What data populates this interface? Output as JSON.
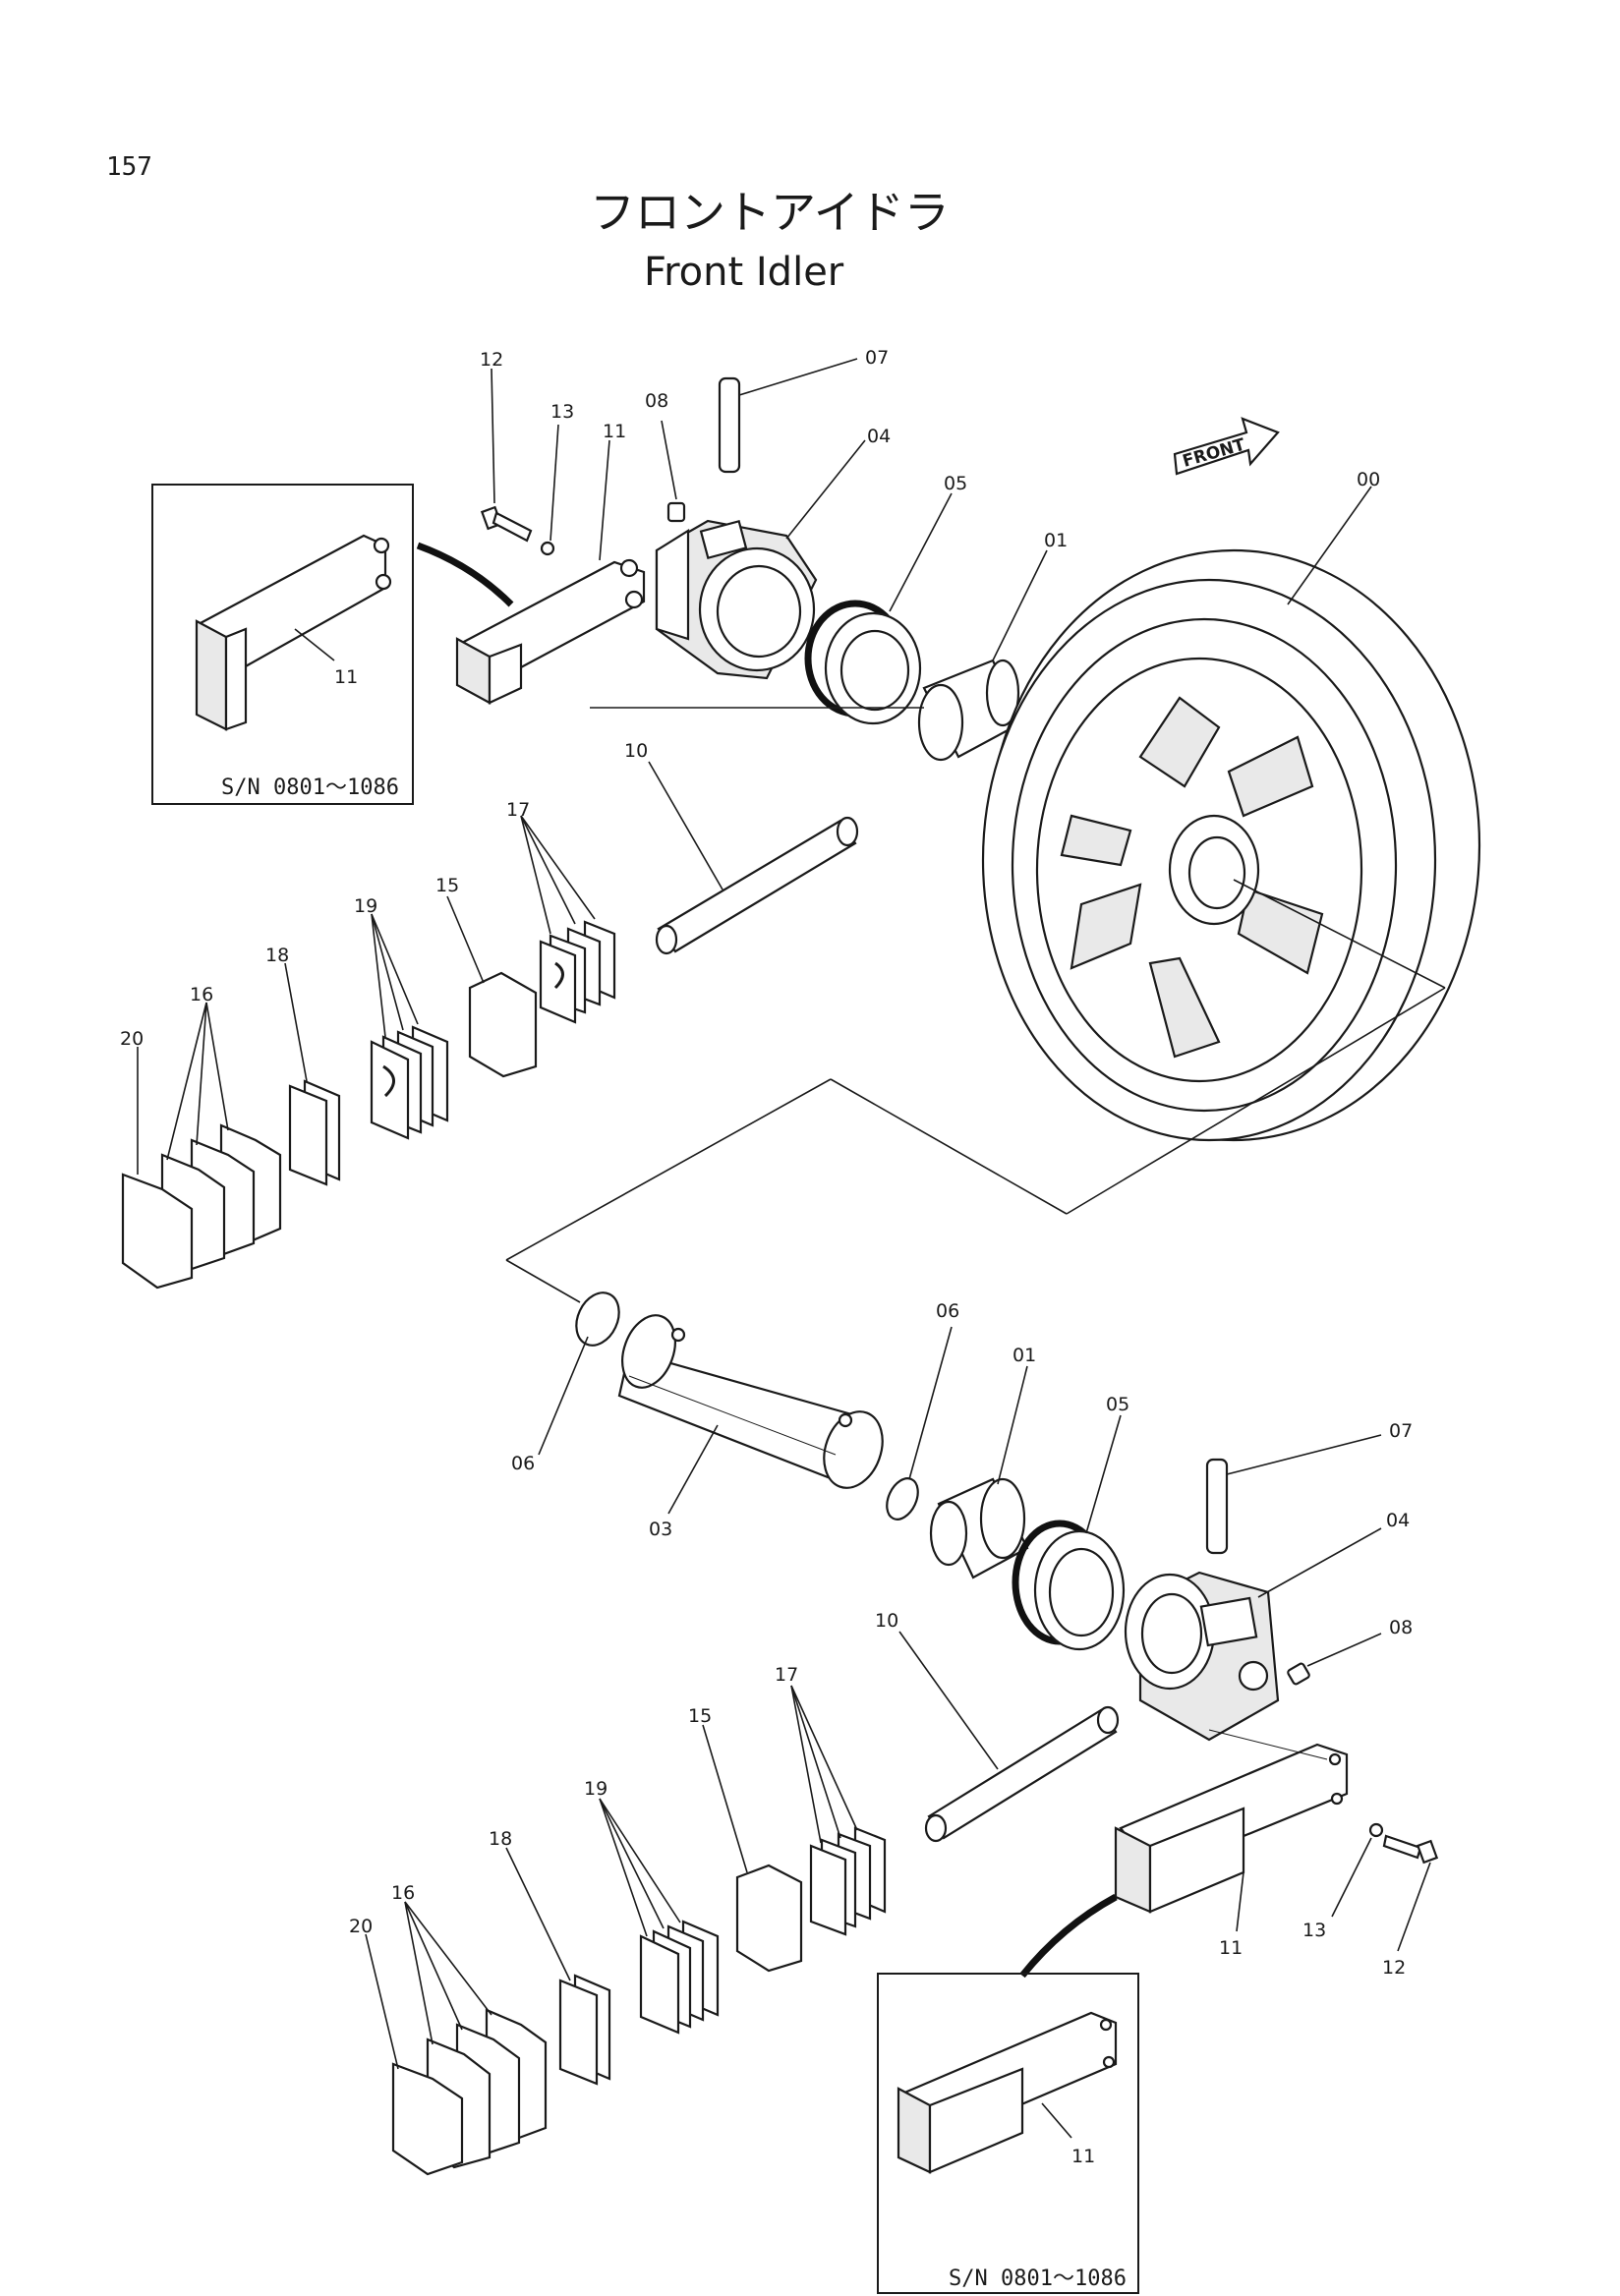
{
  "page_number": "157",
  "title_jp": "フロントアイドラ",
  "title_en": "Front Idler",
  "front_arrow_label": "FRONT",
  "inset_serial_top": "S/N 0801～1086",
  "inset_serial_bottom": "S/N 0801～1086",
  "callouts_top": {
    "c00": "00",
    "c01": "01",
    "c04": "04",
    "c05": "05",
    "c07": "07",
    "c08": "08",
    "c10": "10",
    "c11": "11",
    "c11_inset": "11",
    "c12": "12",
    "c13": "13",
    "c15": "15",
    "c16": "16",
    "c17": "17",
    "c18": "18",
    "c19": "19",
    "c20": "20"
  },
  "callouts_bottom": {
    "c01": "01",
    "c03": "03",
    "c04": "04",
    "c05": "05",
    "c06a": "06",
    "c06b": "06",
    "c07": "07",
    "c08": "08",
    "c10": "10",
    "c11": "11",
    "c11_inset": "11",
    "c12": "12",
    "c13": "13",
    "c15": "15",
    "c16": "16",
    "c17": "17",
    "c18": "18",
    "c19": "19",
    "c20": "20"
  }
}
